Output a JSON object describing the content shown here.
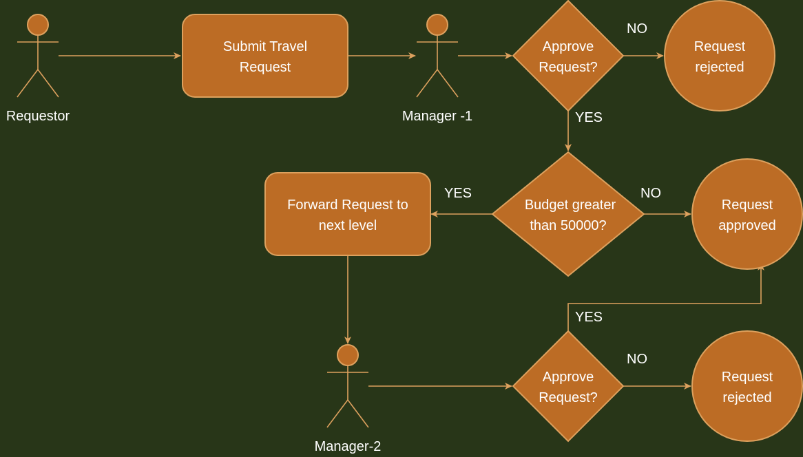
{
  "colors": {
    "background": "#283618",
    "node_fill": "#bc6c25",
    "node_stroke": "#dda15e",
    "text": "#ffffff"
  },
  "actors": {
    "requestor": "Requestor",
    "manager1": "Manager -1",
    "manager2": "Manager-2"
  },
  "nodes": {
    "submit_request": [
      "Submit Travel",
      "Request"
    ],
    "approve_request_1": [
      "Approve",
      "Request?"
    ],
    "rejected_1": [
      "Request",
      "rejected"
    ],
    "budget_check": [
      "Budget greater",
      "than 50000?"
    ],
    "forward_request": [
      "Forward Request to",
      "next level"
    ],
    "approved": [
      "Request",
      "approved"
    ],
    "approve_request_2": [
      "Approve",
      "Request?"
    ],
    "rejected_2": [
      "Request",
      "rejected"
    ]
  },
  "edge_labels": {
    "approve1_no": "NO",
    "approve1_yes": "YES",
    "budget_yes": "YES",
    "budget_no": "NO",
    "approve2_yes": "YES",
    "approve2_no": "NO"
  }
}
